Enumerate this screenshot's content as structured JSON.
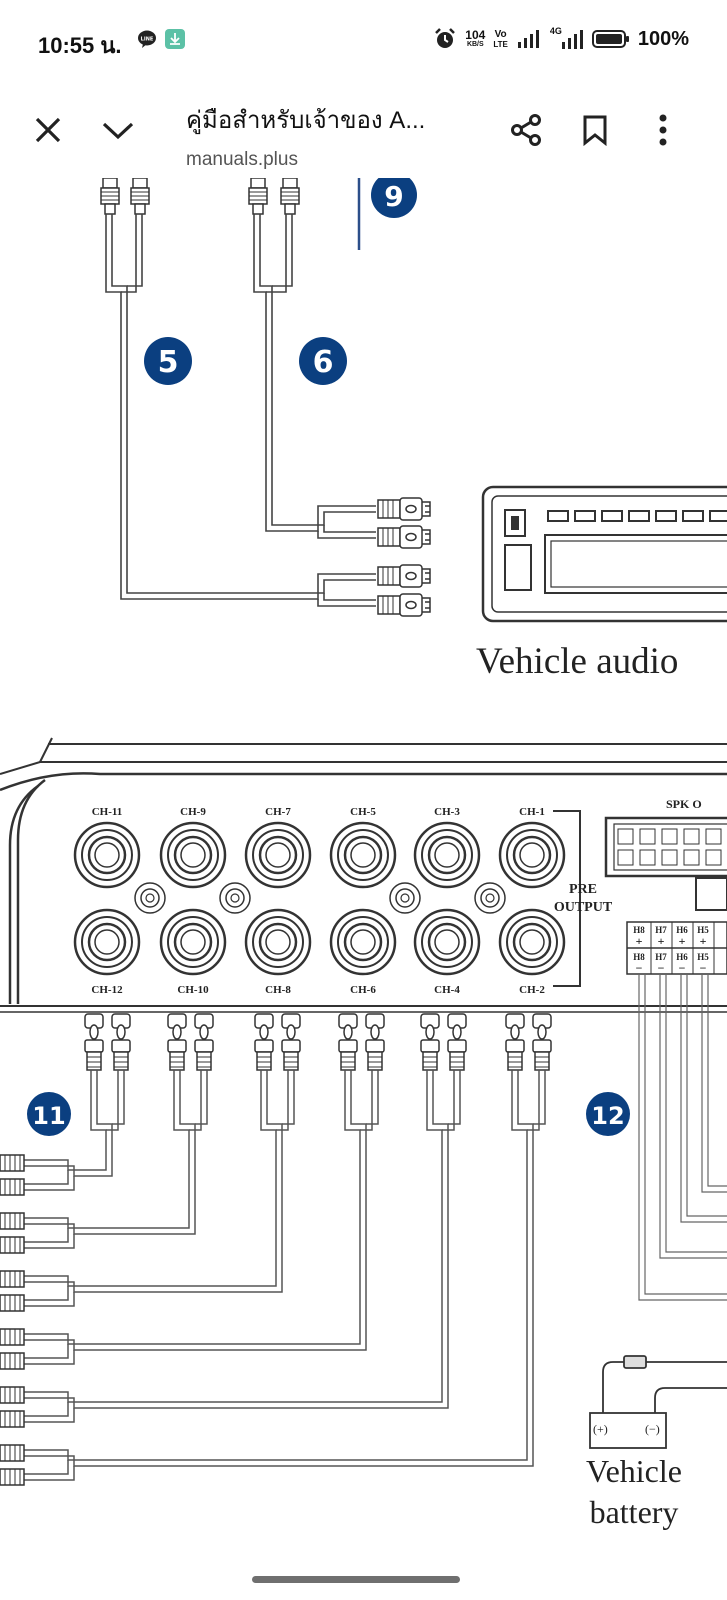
{
  "status_bar": {
    "time": "10:55 น.",
    "left_icons": [
      "line-icon",
      "download-icon"
    ],
    "speed_value": "104",
    "speed_unit": "KB/S",
    "volte_top": "Vo",
    "volte_bottom": "LTE",
    "network_label": "4G",
    "battery_percent": "100%"
  },
  "header": {
    "title": "คู่มือสำหรับเจ้าของ A...",
    "domain": "manuals.plus"
  },
  "diagram": {
    "callouts": [
      "5",
      "6",
      "9",
      "11",
      "12"
    ],
    "channels_top": [
      "CH-11",
      "CH-9",
      "CH-7",
      "CH-5",
      "CH-3",
      "CH-1"
    ],
    "channels_bottom": [
      "CH-12",
      "CH-10",
      "CH-8",
      "CH-6",
      "CH-4",
      "CH-2"
    ],
    "pre_output_line1": "PRE",
    "pre_output_line2": "OUTPUT",
    "spk_label": "SPK O",
    "terminal_top": [
      "H8",
      "H7",
      "H6",
      "H5"
    ],
    "terminal_bottom": [
      "H8",
      "H7",
      "H6",
      "H5"
    ],
    "head_unit_label": "Vehicle audio",
    "battery_line1": "Vehicle",
    "battery_line2": "battery",
    "battery_plus": "(+)",
    "battery_minus": "(−)"
  },
  "colors": {
    "callout_blue": "#0b3f80",
    "line": "#333333"
  }
}
